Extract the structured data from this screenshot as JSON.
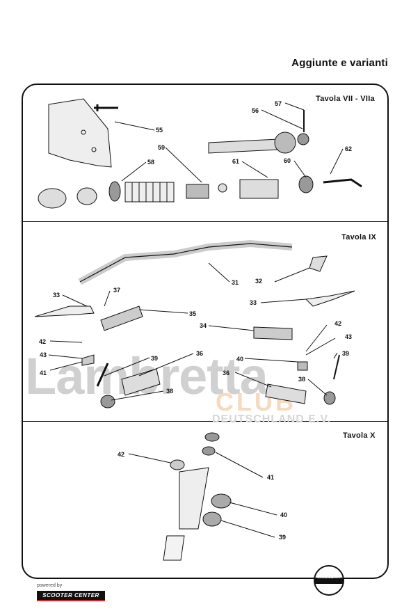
{
  "header": {
    "title": "Aggiunte e varianti"
  },
  "watermark": {
    "brand": "Lambretta",
    "club": "CLUB",
    "sub": "DEUTSCHLAND E.V."
  },
  "panels": [
    {
      "title": "Tavola VII - VIIa",
      "labels": [
        "55",
        "56",
        "57",
        "58",
        "59",
        "60",
        "61",
        "62"
      ]
    },
    {
      "title": "Tavola IX",
      "labels": [
        "31",
        "32",
        "33",
        "37",
        "35",
        "33",
        "34",
        "42",
        "43",
        "41",
        "39",
        "36",
        "40",
        "43",
        "42",
        "38",
        "36",
        "39",
        "38"
      ]
    },
    {
      "title": "Tavola X",
      "labels": [
        "42",
        "41",
        "40",
        "39"
      ]
    }
  ],
  "footer": {
    "powered_by": "powered by",
    "sponsor": "SCOOTER CENTER",
    "brand_mark": "INNOCENTI"
  }
}
